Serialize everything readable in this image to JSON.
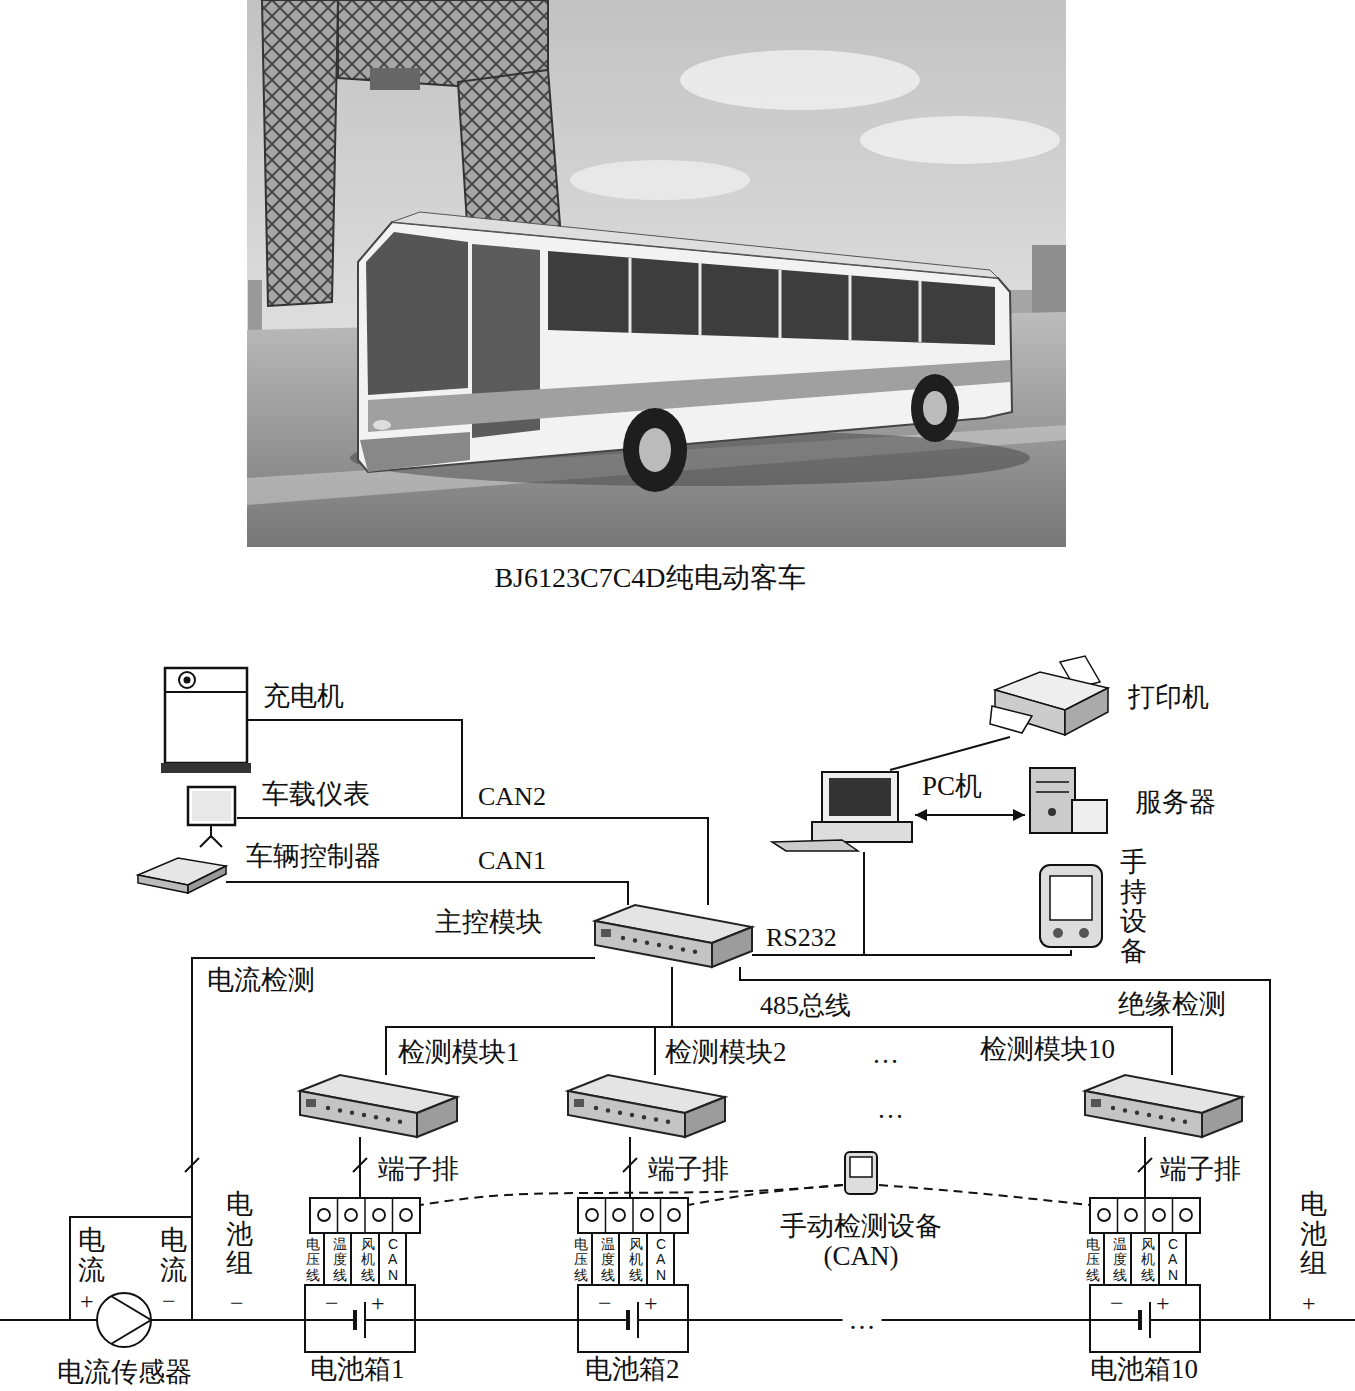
{
  "diagram": {
    "caption": "BJ6123C7C4D纯电动客车",
    "nodes": [
      {
        "text": [
          "充电机"
        ]
      },
      {
        "text": [
          "车载仪表"
        ]
      },
      {
        "text": [
          "车辆控制器"
        ]
      },
      {
        "text": [
          "主控模块"
        ]
      },
      {
        "text": [
          "打印机"
        ]
      },
      {
        "text": [
          "PC机"
        ]
      },
      {
        "text": [
          "服务器"
        ]
      },
      {
        "text": [
          "手持设备"
        ]
      },
      {
        "text": [
          "检测模块1"
        ]
      },
      {
        "text": [
          "检测模块2"
        ]
      },
      {
        "text": [
          "检测模块10"
        ]
      },
      {
        "text": [
          "端子排"
        ]
      },
      {
        "text": [
          "端子排"
        ]
      },
      {
        "text": [
          "端子排"
        ]
      },
      {
        "text": [
          "电池箱1"
        ]
      },
      {
        "text": [
          "电池箱2"
        ]
      },
      {
        "text": [
          "电池箱10"
        ]
      },
      {
        "text": [
          "电流传感器"
        ]
      },
      {
        "text": [
          "手动检测设备 (CAN)"
        ]
      }
    ],
    "edges": [
      {
        "from": 0,
        "to": 3,
        "arrow": "none",
        "label": "CAN2"
      },
      {
        "from": 1,
        "to": 3,
        "arrow": "none"
      },
      {
        "from": 2,
        "to": 3,
        "arrow": "none",
        "label": "CAN1"
      },
      {
        "from": 3,
        "to": 5,
        "arrow": "none",
        "label": "RS232"
      },
      {
        "from": 3,
        "to": 7,
        "arrow": "none"
      },
      {
        "from": 5,
        "to": 4,
        "arrow": "none"
      },
      {
        "from": 5,
        "to": 6,
        "arrow": "both"
      },
      {
        "from": 3,
        "to": 8,
        "arrow": "none"
      },
      {
        "from": 3,
        "to": 9,
        "arrow": "none"
      },
      {
        "from": 3,
        "to": 10,
        "arrow": "none",
        "label": "485总线"
      },
      {
        "from": 3,
        "to": 17,
        "arrow": "none",
        "label": "电流检测"
      },
      {
        "from": 3,
        "to": 16,
        "arrow": "none",
        "label": "绝缘检测"
      },
      {
        "from": 8,
        "to": 11,
        "arrow": "none"
      },
      {
        "from": 9,
        "to": 12,
        "arrow": "none"
      },
      {
        "from": 10,
        "to": 13,
        "arrow": "none"
      },
      {
        "from": 11,
        "to": 14,
        "arrow": "none"
      },
      {
        "from": 12,
        "to": 15,
        "arrow": "none"
      },
      {
        "from": 13,
        "to": 16,
        "arrow": "none"
      },
      {
        "from": 18,
        "to": 11,
        "arrow": "none"
      },
      {
        "from": 18,
        "to": 12,
        "arrow": "none"
      },
      {
        "from": 18,
        "to": 13,
        "arrow": "none"
      },
      {
        "from": 17,
        "to": 14,
        "arrow": "none"
      },
      {
        "from": 14,
        "to": 15,
        "arrow": "none"
      },
      {
        "from": 15,
        "to": 16,
        "arrow": "none",
        "label": "…"
      }
    ],
    "labels": [
      "…",
      "…",
      "电池组",
      "−",
      "电池组",
      "+",
      "电流",
      "+",
      "电流",
      "−",
      "电压线",
      "温度线",
      "风机线",
      "CAN",
      "电压线",
      "温度线",
      "风机线",
      "CAN",
      "电压线",
      "温度线",
      "风机线",
      "CAN",
      "−",
      "+",
      "−",
      "+",
      "−",
      "+"
    ]
  }
}
